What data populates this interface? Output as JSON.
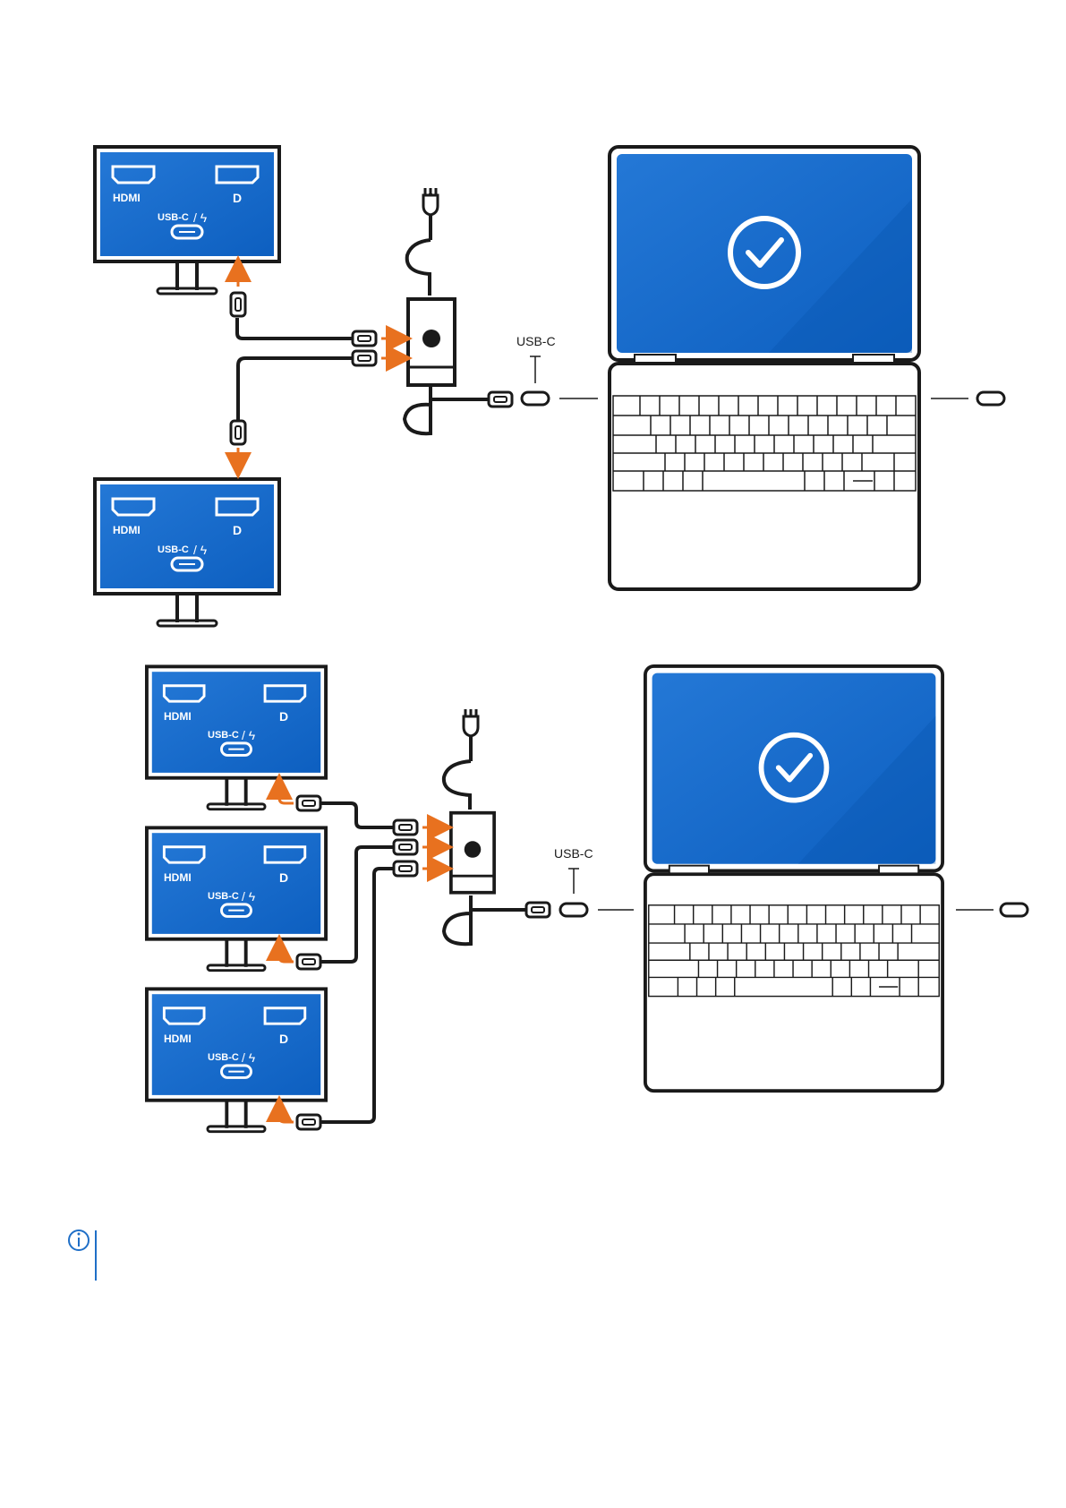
{
  "diagram": {
    "monitor_labels": {
      "hdmi": "HDMI",
      "usbc": "USB-C",
      "dp_icon": "displayport-icon",
      "thunderbolt_icon": "thunderbolt-icon"
    },
    "usbc_label": "USB-C",
    "scenarios": [
      {
        "name": "two-monitors",
        "monitors": 2
      },
      {
        "name": "three-monitors",
        "monitors": 3
      }
    ],
    "note_icon": "info-icon",
    "colors": {
      "screen": "#1b6fd0",
      "screen_dark": "#0d63c6",
      "frame": "#1a1a1a",
      "arrow": "#e8711f",
      "accent": "#1f6fc7"
    }
  }
}
